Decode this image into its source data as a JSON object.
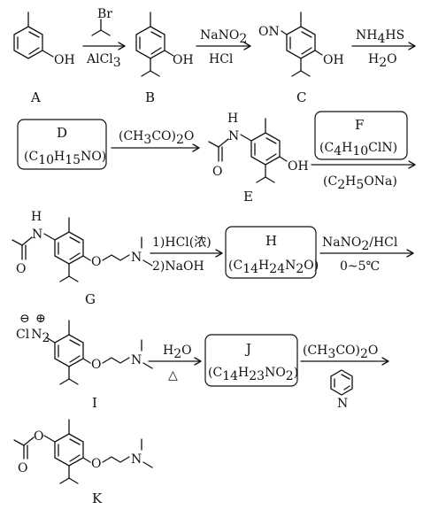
{
  "compounds": {
    "A": {
      "label": "A",
      "groups": [
        "OH"
      ]
    },
    "B": {
      "label": "B",
      "groups": [
        "OH"
      ]
    },
    "C": {
      "label": "C",
      "groups": [
        "ON",
        "OH"
      ]
    },
    "D": {
      "label": "D",
      "formula_prefix": "(C",
      "n1": "10",
      "m1": "H",
      "n2": "15",
      "suffix": "NO)"
    },
    "E": {
      "label": "E",
      "groups": [
        "H",
        "N",
        "O",
        "OH"
      ]
    },
    "F": {
      "label": "F",
      "formula_prefix": "(C",
      "n1": "4",
      "m1": "H",
      "n2": "10",
      "suffix": "ClN)"
    },
    "G": {
      "label": "G",
      "groups": [
        "H",
        "N",
        "O",
        "O",
        "N"
      ]
    },
    "H": {
      "label": "H",
      "formula_prefix": "(C",
      "n1": "14",
      "m1": "H",
      "n2": "24",
      "m2": "N",
      "n3": "2",
      "suffix": "O)"
    },
    "I": {
      "label": "I",
      "groups": [
        "Cl",
        "N",
        "2",
        "O",
        "N"
      ],
      "charges": [
        "⊖",
        "⊕"
      ]
    },
    "J": {
      "label": "J",
      "formula_prefix": "(C",
      "n1": "14",
      "m1": "H",
      "n2": "23",
      "suffix": "NO",
      "n3": "2",
      "close": ")"
    },
    "K": {
      "label": "K",
      "groups": [
        "O",
        "O",
        "O",
        "N"
      ]
    }
  },
  "reagents": {
    "ab_top": "Br",
    "ab_bottom": "AlCl",
    "ab_bottom_sub": "3",
    "bc_top": "NaNO",
    "bc_top_sub": "2",
    "bc_bottom": "HCl",
    "cd_top": "NH",
    "cd_top_sub": "4",
    "cd_top_rest": "HS",
    "cd_bottom": "H",
    "cd_bottom_sub": "2",
    "cd_bottom_rest": "O",
    "de_top": "(CH",
    "de_top_sub": "3",
    "de_top_rest": "CO)",
    "de_top_sub2": "2",
    "de_top_end": "O",
    "ef_bottom": "(C",
    "ef_bottom_sub": "2",
    "ef_bottom_mid": "H",
    "ef_bottom_sub2": "5",
    "ef_bottom_end": "ONa)",
    "gh_top": "1)HCl(浓)",
    "gh_bottom": "2)NaOH",
    "hi_top": "NaNO",
    "hi_top_sub": "2",
    "hi_top_rest": "/HCl",
    "hi_bottom": "0~5℃",
    "ij_top": "H",
    "ij_top_sub": "2",
    "ij_top_rest": "O",
    "ij_bottom": "△",
    "jk_top": "(CH",
    "jk_top_sub": "3",
    "jk_top_rest": "CO)",
    "jk_top_sub2": "2",
    "jk_top_end": "O",
    "jk_bottom_n": "N"
  }
}
